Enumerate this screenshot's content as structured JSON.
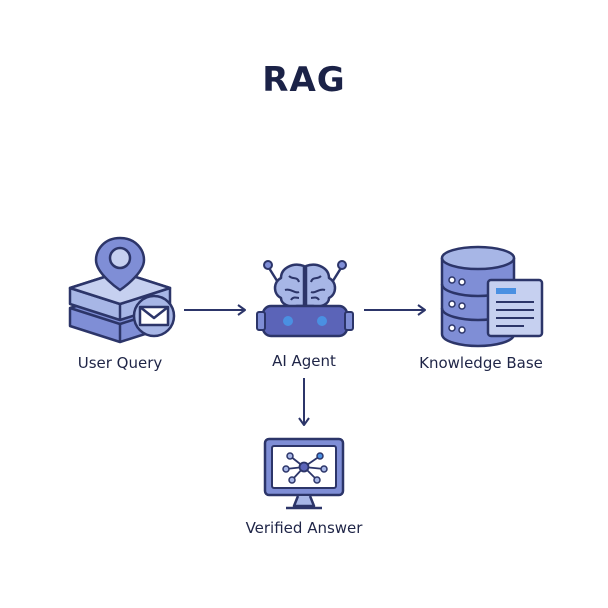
{
  "diagram": {
    "title": "RAG",
    "nodes": {
      "user_query": {
        "label": "User Query",
        "icon": "user-query-icon"
      },
      "ai_agent": {
        "label": "AI Agent",
        "icon": "robot-brain-icon"
      },
      "knowledge_base": {
        "label": "Knowledge Base",
        "icon": "database-document-icon"
      },
      "verified_answer": {
        "label": "Verified Answer",
        "icon": "monitor-network-icon"
      }
    },
    "colors": {
      "outline": "#2c3569",
      "fill_light": "#a7b6e6",
      "fill_mid": "#7f8ed6",
      "fill_dark": "#5b64b8",
      "accent_blue": "#4a90e2"
    }
  }
}
